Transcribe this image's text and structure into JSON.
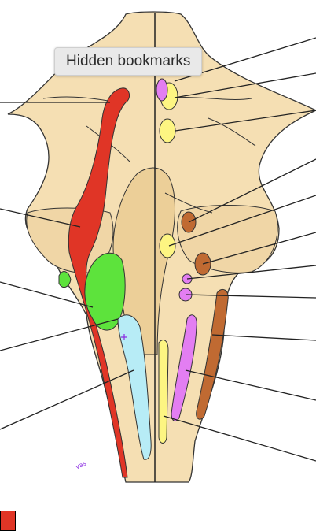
{
  "tooltip": {
    "text": "Hidden bookmarks"
  },
  "figure": {
    "initials": "vas"
  },
  "colors": {
    "tissue": "#f5dfb3",
    "tissue_dark": "#eccf98",
    "red": "#e03526",
    "green": "#5de33c",
    "cyan": "#b7ecf6",
    "yellow": "#fdf582",
    "magenta": "#e37ef2",
    "brown": "#c06a32"
  },
  "icons": {
    "swatch": "red-color-swatch"
  }
}
